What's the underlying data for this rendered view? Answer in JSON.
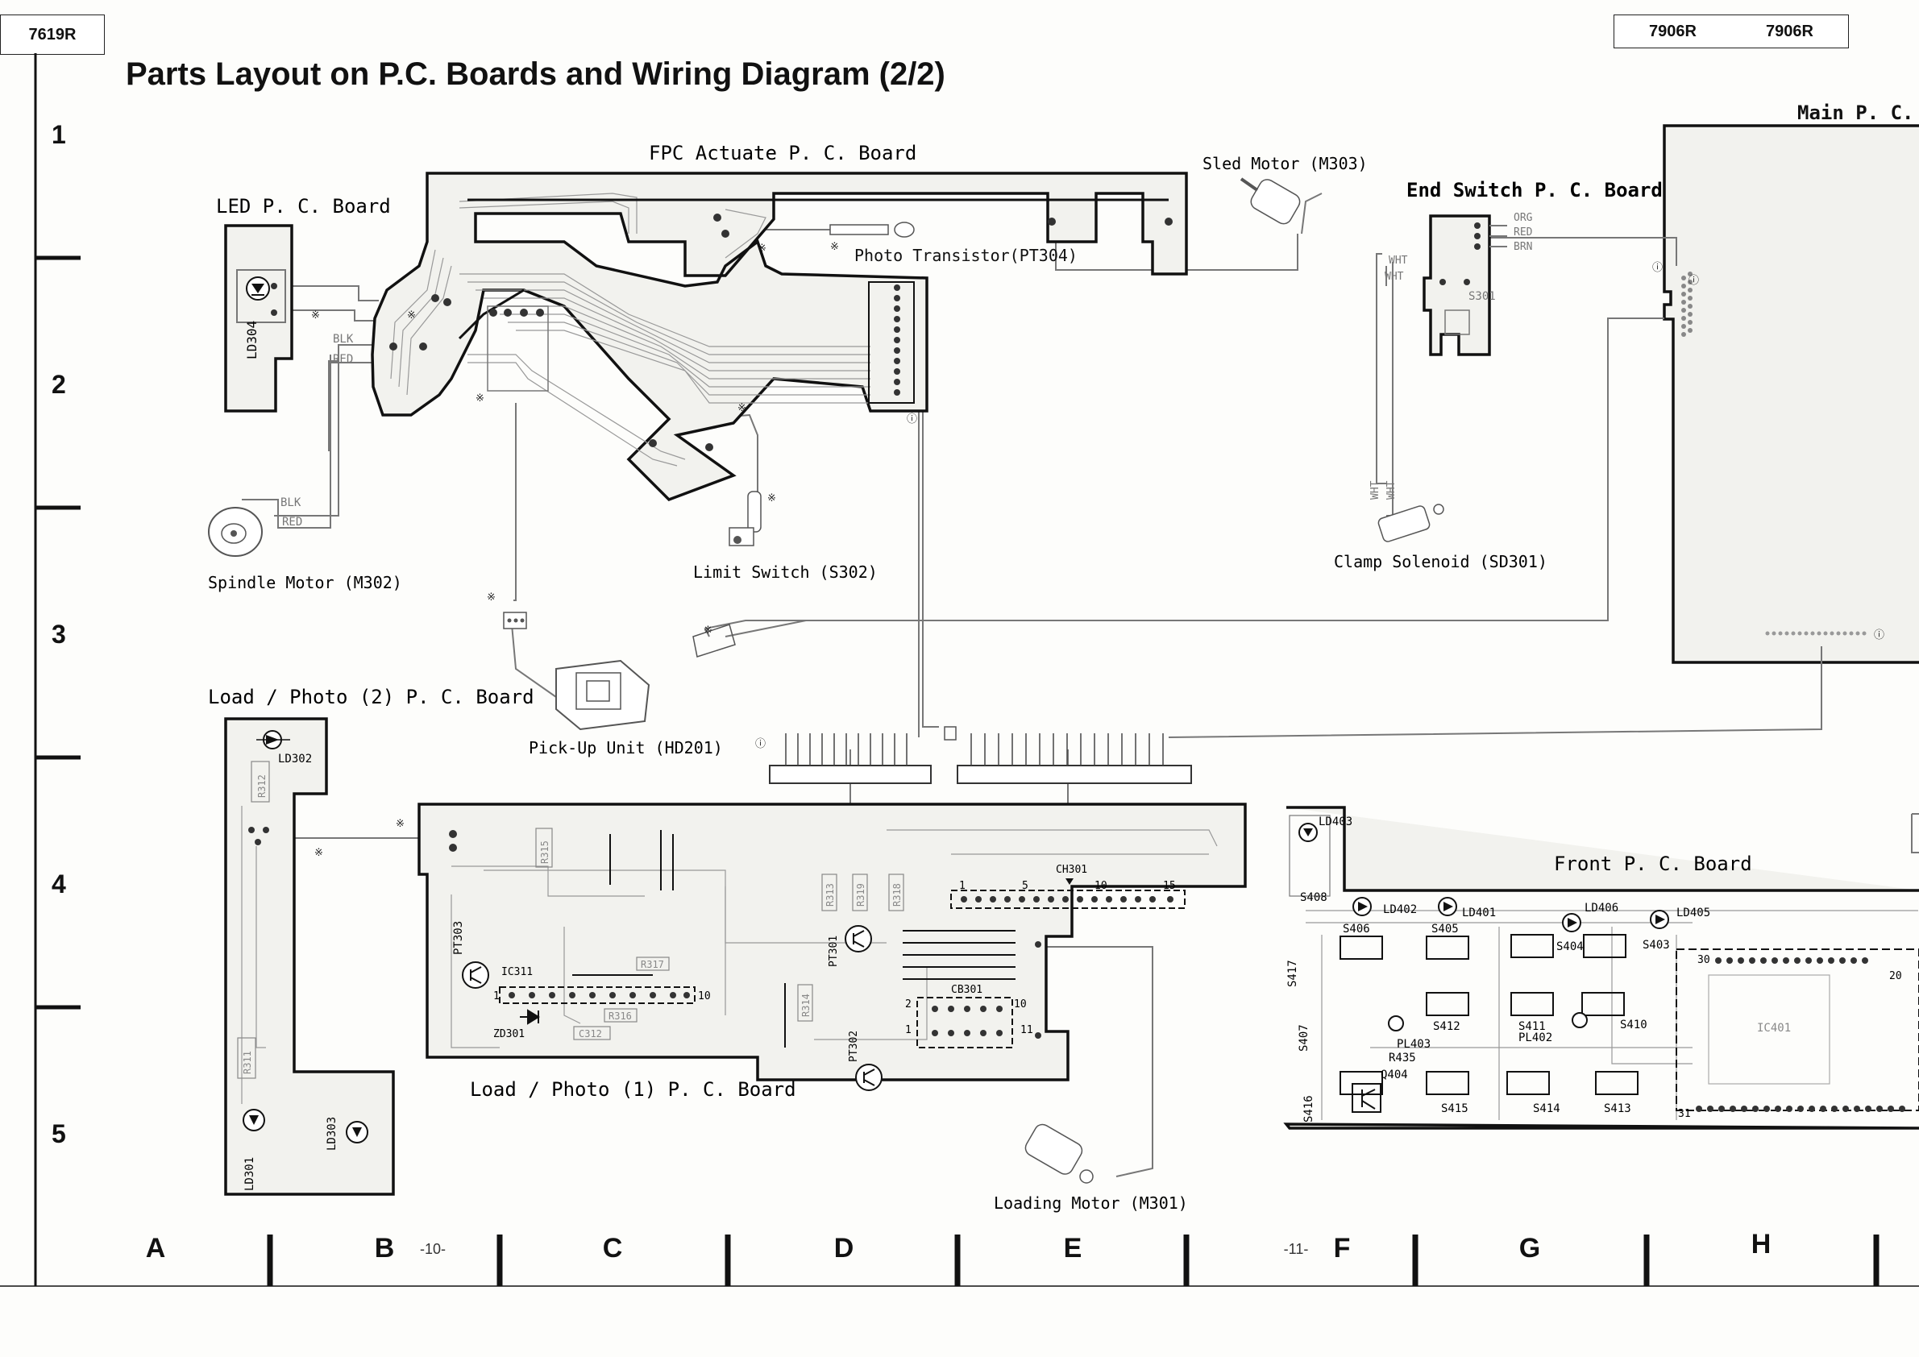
{
  "page": {
    "title": "Parts Layout on P.C. Boards and Wiring Diagram (2/2)",
    "model_left": "7619R",
    "model_right_1": "7906R",
    "model_right_2": "7906R",
    "page_num_left": "-10-",
    "page_num_right": "-11-"
  },
  "grid": {
    "rows": [
      "1",
      "2",
      "3",
      "4",
      "5"
    ],
    "cols": [
      "A",
      "B",
      "C",
      "D",
      "E",
      "F",
      "G",
      "H"
    ]
  },
  "boards": {
    "fpc": "FPC  Actuate  P. C.  Board",
    "led": "LED  P. C. Board",
    "end_switch": "End Switch  P. C. Board",
    "main": "Main  P. C. B",
    "load_photo2": "Load / Photo (2)  P. C. Board",
    "load_photo1": "Load / Photo (1)  P. C. Board",
    "front": "Front  P. C. Board"
  },
  "parts": {
    "sled_motor": "Sled  Motor  (M303)",
    "photo_transistor": "Photo Transistor(PT304)",
    "spindle_motor": "Spindle  Motor  (M302)",
    "limit_switch": "Limit  Switch  (S302)",
    "clamp_solenoid": "Clamp  Solenoid  (SD301)",
    "pickup_unit": "Pick-Up  Unit  (HD201)",
    "loading_motor": "Loading  Motor  (M301)"
  },
  "wire_colors": {
    "blk": "BLK",
    "red": "RED",
    "org": "ORG",
    "brn": "BRN",
    "wht": "WHT"
  },
  "refs": {
    "ld304": "LD304",
    "ld302": "LD302",
    "ld301": "LD301",
    "ld303": "LD303",
    "r312": "R312",
    "r311": "R311",
    "s301": "S301",
    "pt303": "PT303",
    "ic311": "IC311",
    "zd301": "ZD301",
    "r315": "R315",
    "r317": "R317",
    "r316": "R316",
    "c312": "C312",
    "pt301": "PT301",
    "pt302": "PT302",
    "r313": "R313",
    "r319": "R319",
    "r318": "R318",
    "r314": "R314",
    "ch301": "CH301",
    "cb301": "CB301",
    "ld403": "LD403",
    "ld402": "LD402",
    "ld401": "LD401",
    "ld406": "LD406",
    "ld405": "LD405",
    "s408": "S408",
    "s406": "S406",
    "s405": "S405",
    "s404": "S404",
    "s403": "S403",
    "s417": "S417",
    "s407": "S407",
    "s416": "S416",
    "s412": "S412",
    "s411": "S411",
    "s410": "S410",
    "s415": "S415",
    "s414": "S414",
    "s413": "S413",
    "pl403": "PL403",
    "pl402": "PL402",
    "r435": "R435",
    "q404": "Q404",
    "ic401": "IC401"
  },
  "pin_numbers": {
    "ch_1": "1",
    "ch_5": "5",
    "ch_10": "10",
    "ch_15": "15",
    "ic_1": "1",
    "ic_10": "10",
    "cb_2": "2",
    "cb_10": "10",
    "cb_1": "1",
    "cb_11": "11",
    "ic401_30": "30",
    "ic401_20": "20",
    "ic401_31": "31"
  },
  "symbols": {
    "note_mark": "※",
    "circle_i": "ⓘ"
  }
}
